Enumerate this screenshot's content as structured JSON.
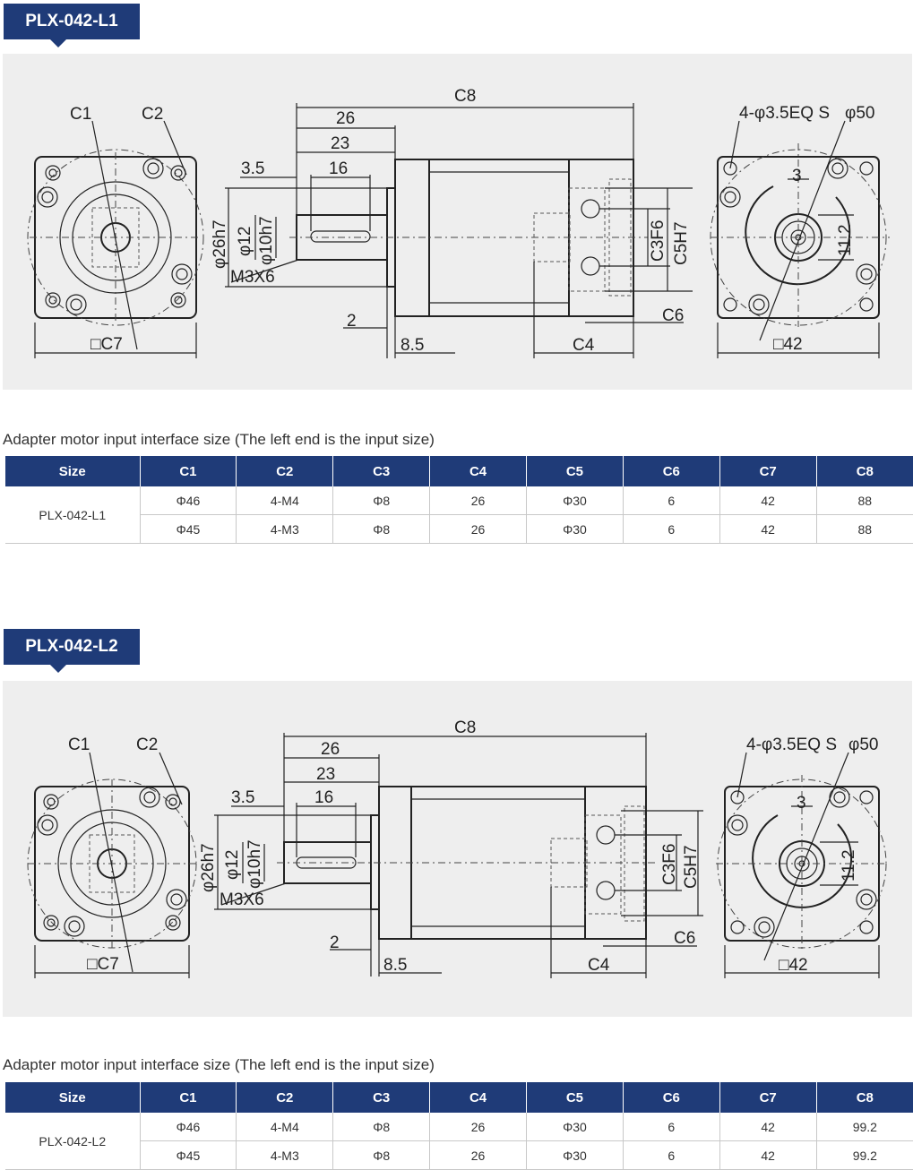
{
  "sections": [
    {
      "tag": "PLX-042-L1",
      "caption": "Adapter motor input interface size (The left end is the input size)",
      "drawing_labels": {
        "c1": "C1",
        "c2": "C2",
        "c7": "□C7",
        "c8": "C8",
        "d26": "26",
        "d23": "23",
        "d16": "16",
        "d35": "3.5",
        "d26h7": "φ26h7",
        "d12": "φ12",
        "d10h7": "φ10h7",
        "m3x6": "M3X6",
        "d2": "2",
        "d85": "8.5",
        "c4": "C4",
        "c6": "C6",
        "c3f6": "C3F6",
        "c5h7": "C5H7",
        "holes": "4-φ3.5EQ S",
        "d50": "φ50",
        "d3": "3",
        "d112": "11.2",
        "d42": "□42"
      },
      "table": {
        "headers": [
          "Size",
          "C1",
          "C2",
          "C3",
          "C4",
          "C5",
          "C6",
          "C7",
          "C8"
        ],
        "model": "PLX-042-L1",
        "rows": [
          [
            "Φ46",
            "4-M4",
            "Φ8",
            "26",
            "Φ30",
            "6",
            "42",
            "88"
          ],
          [
            "Φ45",
            "4-M3",
            "Φ8",
            "26",
            "Φ30",
            "6",
            "42",
            "88"
          ]
        ]
      }
    },
    {
      "tag": "PLX-042-L2",
      "caption": "Adapter motor input interface size (The left end is the input size)",
      "drawing_labels": {
        "c1": "C1",
        "c2": "C2",
        "c7": "□C7",
        "c8": "C8",
        "d26": "26",
        "d23": "23",
        "d16": "16",
        "d35": "3.5",
        "d26h7": "φ26h7",
        "d12": "φ12",
        "d10h7": "φ10h7",
        "m3x6": "M3X6",
        "d2": "2",
        "d85": "8.5",
        "c4": "C4",
        "c6": "C6",
        "c3f6": "C3F6",
        "c5h7": "C5H7",
        "holes": "4-φ3.5EQ S",
        "d50": "φ50",
        "d3": "3",
        "d112": "11.2",
        "d42": "□42"
      },
      "table": {
        "headers": [
          "Size",
          "C1",
          "C2",
          "C3",
          "C4",
          "C5",
          "C6",
          "C7",
          "C8"
        ],
        "model": "PLX-042-L2",
        "rows": [
          [
            "Φ46",
            "4-M4",
            "Φ8",
            "26",
            "Φ30",
            "6",
            "42",
            "99.2"
          ],
          [
            "Φ45",
            "4-M3",
            "Φ8",
            "26",
            "Φ30",
            "6",
            "42",
            "99.2"
          ]
        ]
      }
    }
  ]
}
